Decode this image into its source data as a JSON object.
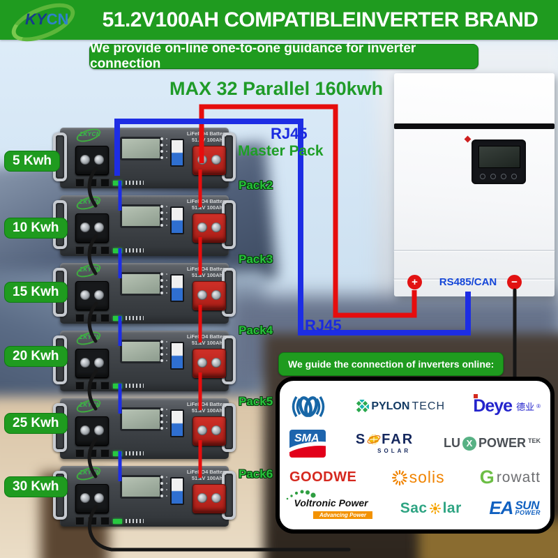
{
  "header": {
    "logo": {
      "ky": "KY",
      "cn": "CN"
    },
    "title": "51.2V100AH COMPATIBLEINVERTER BRAND"
  },
  "banners": {
    "guidance_pill": "We provide on-line one-to-one guidance for inverter connection",
    "max_parallel": "MAX 32 Parallel 160kwh",
    "guide_online_pill": "We guide the connection of inverters online:"
  },
  "wiring_labels": {
    "rj45_master": "RJ45",
    "master_pack": "Master Pack",
    "rj45_inverter": "RJ45",
    "rs485_can": "RS485/CAN",
    "plus": "+",
    "minus": "−"
  },
  "battery": {
    "brand": "ZKYCN",
    "model_line1": "LiFePO4 Battery",
    "model_line2": "51.2V 100Ah"
  },
  "packs": [
    {
      "capacity": "5 Kwh",
      "pack": ""
    },
    {
      "capacity": "10 Kwh",
      "pack": "Pack2"
    },
    {
      "capacity": "15 Kwh",
      "pack": "Pack3"
    },
    {
      "capacity": "20 Kwh",
      "pack": "Pack4"
    },
    {
      "capacity": "25 Kwh",
      "pack": "Pack5"
    },
    {
      "capacity": "30 Kwh",
      "pack": "Pack6"
    }
  ],
  "brands": {
    "row1": {
      "pylontech": {
        "bold": "PYLON",
        "light": "TECH"
      },
      "deye": {
        "text": "Deye",
        "cn": "德业",
        "reg": "®"
      }
    },
    "row2": {
      "sma": {
        "text": "SMA"
      },
      "sofar": {
        "s": "S",
        "far": "FAR",
        "sub": "SOLAR"
      },
      "luxpower": {
        "lu": "LU",
        "x": "X",
        "power": "POWER",
        "tek": "TEK"
      }
    },
    "row3": {
      "goodwe": {
        "text": "GOODWE"
      },
      "solis": {
        "text": "solis"
      },
      "growatt": {
        "g": "G",
        "rest": "rowatt"
      }
    },
    "row4": {
      "voltronic": {
        "text": "Voltronic Power",
        "tagline": "Advancing Power"
      },
      "sacolar": {
        "pre": "Sac",
        "post": "lar"
      },
      "easun": {
        "ea": "EA",
        "sun": "SUN",
        "power": "POWER"
      }
    }
  },
  "colors": {
    "banner_green": "#1f9b1f",
    "max_text_green": "#1f9b28",
    "pack_label_green": "#27c23a",
    "rj45_blue": "#1a2ae0",
    "rs485_blue": "#1446d8",
    "wire_comm_blue": "#1d2de4",
    "wire_positive_red": "#e60d0d",
    "wire_negative_black": "#161616"
  }
}
